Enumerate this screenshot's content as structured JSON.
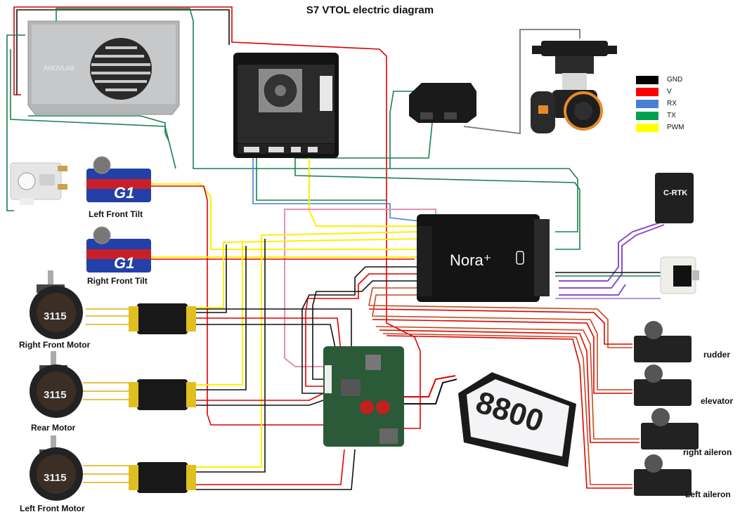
{
  "title": "S7 VTOL electric diagram",
  "legend": [
    {
      "label": "GND",
      "color": "#000000"
    },
    {
      "label": "V",
      "color": "#ff0000"
    },
    {
      "label": "RX",
      "color": "#4a7fd4"
    },
    {
      "label": "TX",
      "color": "#00a050"
    },
    {
      "label": "PWM",
      "color": "#ffff00"
    }
  ],
  "components": {
    "companion_computer": {
      "brand": "AMOVLAB"
    },
    "flight_controller": {
      "label": "Nora⁺"
    },
    "gps": {
      "label": "C-RTK"
    },
    "battery": {
      "label": "8800"
    },
    "motor_brand": "3115",
    "servo_brand": "G1"
  },
  "labels": {
    "left_front_tilt": "Left Front Tilt",
    "right_front_tilt": "Right Front Tilt",
    "right_front_motor": "Right Front Motor",
    "rear_motor": "Rear Motor",
    "left_front_motor": "Left Front Motor",
    "rudder": "rudder",
    "elevator": "elevator",
    "right_aileron": "right aileron",
    "left_aileron": "Left aileron"
  }
}
